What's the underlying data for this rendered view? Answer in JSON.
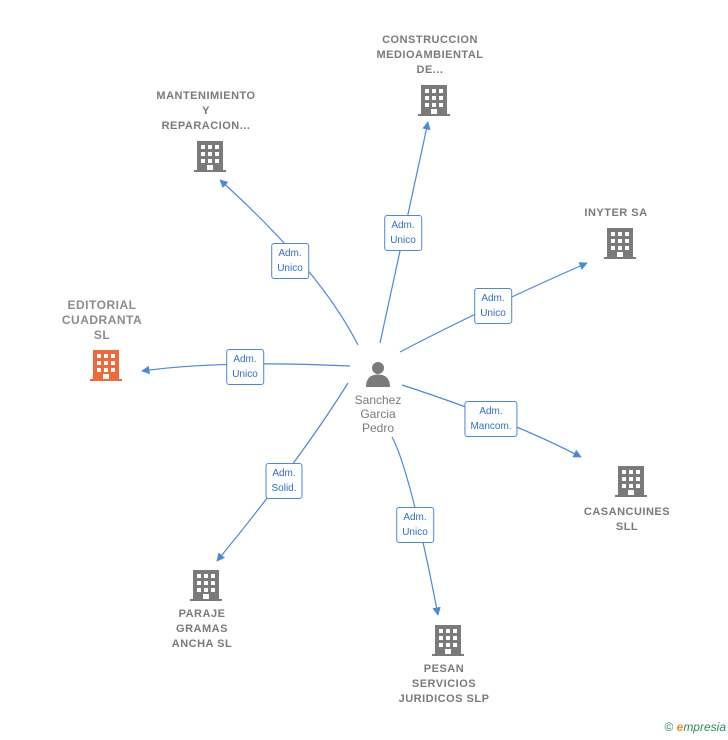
{
  "colors": {
    "edge": "#4a88d8",
    "building": "#7a7a7a",
    "highlight": "#ef6a3a",
    "person": "#7a7a7a"
  },
  "person": {
    "name": "Sanchez\nGarcia\nPedro",
    "icon": "person-icon"
  },
  "companies": [
    {
      "id": "editorial",
      "name": "EDITORIAL\nCUADRANTA\nSL",
      "highlight": true,
      "icon": "building-icon"
    },
    {
      "id": "mantenimiento",
      "name": "MANTENIMIENTO\nY\nREPARACION...",
      "highlight": false,
      "icon": "building-icon"
    },
    {
      "id": "construccion",
      "name": "CONSTRUCCION\nMEDIOAMBIENTAL\nDE...",
      "highlight": false,
      "icon": "building-icon"
    },
    {
      "id": "inyter",
      "name": "INYTER SA",
      "highlight": false,
      "icon": "building-icon"
    },
    {
      "id": "casancuines",
      "name": "CASANCUINES SLL",
      "highlight": false,
      "icon": "building-icon"
    },
    {
      "id": "pesan",
      "name": "PESAN\nSERVICIOS\nJURIDICOS SLP",
      "highlight": false,
      "icon": "building-icon"
    },
    {
      "id": "paraje",
      "name": "PARAJE\nGRAMAS\nANCHA  SL",
      "highlight": false,
      "icon": "building-icon"
    }
  ],
  "relations": [
    {
      "to": "editorial",
      "label": "Adm.\nUnico"
    },
    {
      "to": "mantenimiento",
      "label": "Adm.\nUnico"
    },
    {
      "to": "construccion",
      "label": "Adm.\nUnico"
    },
    {
      "to": "inyter",
      "label": "Adm.\nUnico"
    },
    {
      "to": "casancuines",
      "label": "Adm.\nMancom."
    },
    {
      "to": "pesan",
      "label": "Adm.\nUnico"
    },
    {
      "to": "paraje",
      "label": "Adm.\nSolid."
    }
  ],
  "footer": {
    "copyright": "©",
    "brand_initial": "e",
    "brand_rest": "mpresia"
  }
}
